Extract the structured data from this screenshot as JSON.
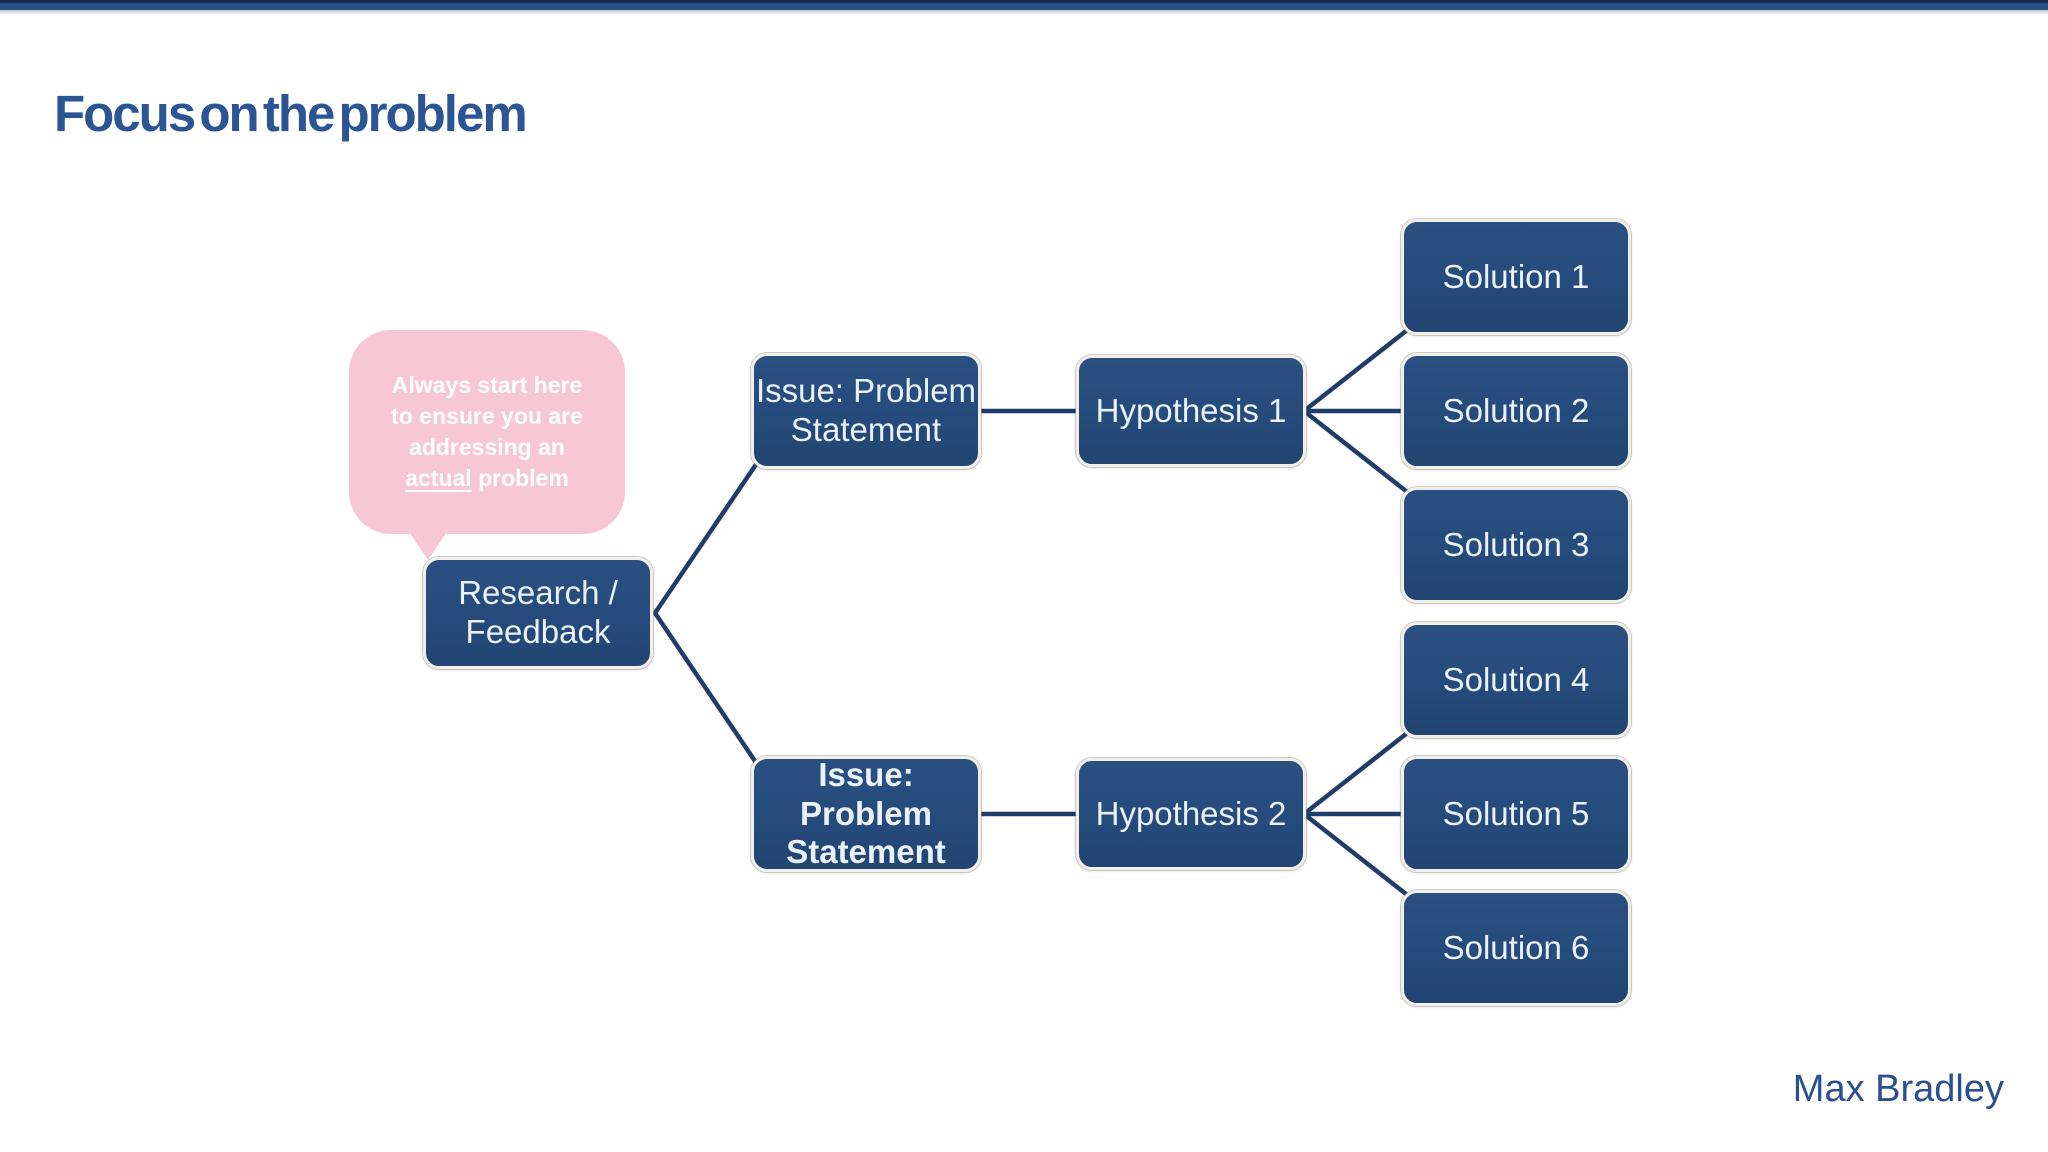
{
  "page": {
    "title": "Focus on the problem",
    "author": "Max Bradley"
  },
  "colors": {
    "top_bar_navy": "#2B5287",
    "title_blue": "#2B5594",
    "node_navy": "#254B7C",
    "node_border_cream": "#F2EFE8",
    "connector_navy": "#1F3C6B",
    "callout_pink": "#F8C7D6",
    "node_text": "#EAF1F9"
  },
  "callout": {
    "line1": "Always start here",
    "line2": "to ensure you are",
    "line3": "addressing an",
    "line4_underlined": "actual",
    "line4_rest": "problem"
  },
  "diagram": {
    "research": {
      "line1": "Research /",
      "line2": "Feedback"
    },
    "issue_top": {
      "line1": "Issue: Problem",
      "line2": "Statement"
    },
    "issue_bottom": {
      "line1": "Issue: Problem",
      "line2": "Statement"
    },
    "hypothesis1": {
      "label": "Hypothesis 1"
    },
    "hypothesis2": {
      "label": "Hypothesis 2"
    },
    "solutions": [
      "Solution 1",
      "Solution 2",
      "Solution 3",
      "Solution 4",
      "Solution 5",
      "Solution 6"
    ]
  }
}
